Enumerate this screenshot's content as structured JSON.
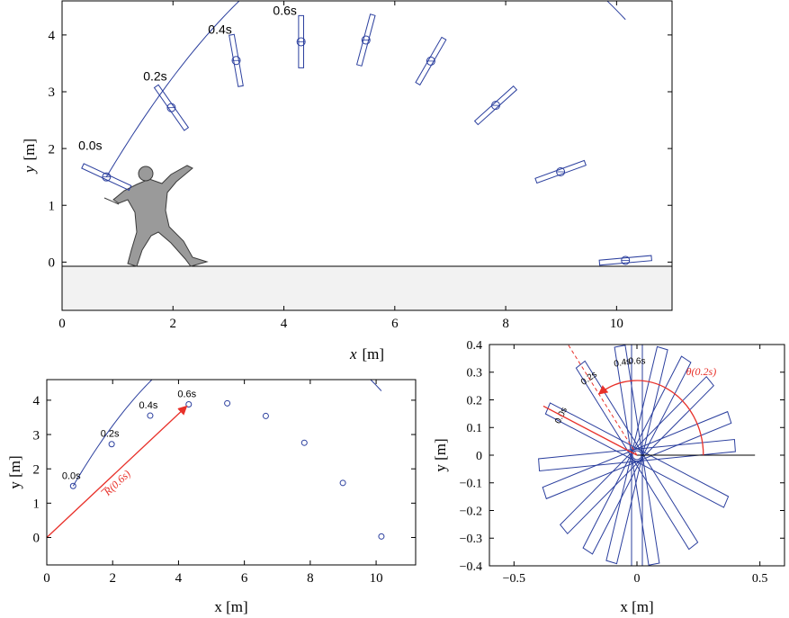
{
  "chart_data": [
    {
      "type": "line",
      "panel": "top",
      "xlabel_var": "x",
      "xlabel_unit": "[m]",
      "ylabel_var": "y",
      "ylabel_unit": "[m]",
      "xlim": [
        0,
        11
      ],
      "ylim": [
        -0.85,
        4.6
      ],
      "xticks": [
        0,
        2,
        4,
        6,
        8,
        10
      ],
      "yticks": [
        0,
        1,
        2,
        3,
        4
      ],
      "ground_level": 0,
      "series": [
        {
          "trajectory": {
            "x0": 0.8,
            "y0": 1.5,
            "vx": 5.85,
            "vy": 9.58,
            "g": 9.81,
            "t_end": 1.6
          }
        }
      ],
      "snapshots": [
        {
          "t": 0.0,
          "x": 0.8,
          "y": 1.5,
          "angle_deg": 155,
          "label": "0.0s"
        },
        {
          "t": 0.2,
          "x": 1.97,
          "y": 2.72,
          "angle_deg": 125,
          "label": "0.2s"
        },
        {
          "t": 0.4,
          "x": 3.14,
          "y": 3.55,
          "angle_deg": 100,
          "label": "0.4s"
        },
        {
          "t": 0.6,
          "x": 4.31,
          "y": 3.88,
          "angle_deg": 90,
          "label": "0.6s"
        },
        {
          "t": 0.8,
          "x": 5.48,
          "y": 3.91,
          "angle_deg": 75,
          "label": ""
        },
        {
          "t": 1.0,
          "x": 6.65,
          "y": 3.54,
          "angle_deg": 60,
          "label": ""
        },
        {
          "t": 1.2,
          "x": 7.82,
          "y": 2.76,
          "angle_deg": 42,
          "label": ""
        },
        {
          "t": 1.4,
          "x": 8.99,
          "y": 1.59,
          "angle_deg": 20,
          "label": ""
        },
        {
          "t": 1.6,
          "x": 10.16,
          "y": 0.03,
          "angle_deg": 5,
          "label": ""
        }
      ]
    },
    {
      "type": "line",
      "panel": "bottom-left",
      "xlabel": "x [m]",
      "ylabel": "y [m]",
      "xlim": [
        0,
        11.2
      ],
      "ylim": [
        -0.8,
        4.6
      ],
      "xticks": [
        0,
        2,
        4,
        6,
        8,
        10
      ],
      "yticks": [
        0,
        1,
        2,
        3,
        4
      ],
      "points": [
        {
          "x": 0.8,
          "y": 1.5,
          "label": "0.0s"
        },
        {
          "x": 1.97,
          "y": 2.72,
          "label": "0.2s"
        },
        {
          "x": 3.14,
          "y": 3.55,
          "label": "0.4s"
        },
        {
          "x": 4.31,
          "y": 3.88,
          "label": "0.6s"
        },
        {
          "x": 5.48,
          "y": 3.91,
          "label": ""
        },
        {
          "x": 6.65,
          "y": 3.54,
          "label": ""
        },
        {
          "x": 7.82,
          "y": 2.76,
          "label": ""
        },
        {
          "x": 8.99,
          "y": 1.59,
          "label": ""
        },
        {
          "x": 10.16,
          "y": 0.03,
          "label": ""
        }
      ],
      "vector": {
        "from": [
          0,
          0
        ],
        "to": [
          4.31,
          3.88
        ],
        "label": "R(0.6s)",
        "color": "#e8312a"
      }
    },
    {
      "type": "line",
      "panel": "bottom-right",
      "xlabel": "x [m]",
      "ylabel": "y [m]",
      "xlim": [
        -0.6,
        0.6
      ],
      "ylim": [
        -0.4,
        0.4
      ],
      "xticks": [
        -0.5,
        0,
        0.5
      ],
      "xtick_labels": [
        "−0.5",
        "0",
        "0.5"
      ],
      "yticks": [
        -0.4,
        -0.3,
        -0.2,
        -0.1,
        0,
        0.1,
        0.2,
        0.3,
        0.4
      ],
      "ytick_labels": [
        "−0.4",
        "−0.3",
        "−0.2",
        "−0.1",
        "0",
        "0.1",
        "0.2",
        "0.3",
        "0.4"
      ],
      "rod_angles_deg": [
        155,
        125,
        100,
        90,
        75,
        60,
        42,
        20,
        5
      ],
      "rod_labels": [
        "0.0s",
        "0.2s",
        "0.4s",
        "0.6s"
      ],
      "rod_half_length": 0.4,
      "rod_half_width": 0.022,
      "reference_angle_deg": 125,
      "theta_label": "θ(0.2s)",
      "accent_color": "#e8312a"
    }
  ],
  "colors": {
    "trajectory": "#2b3f9e",
    "accent": "#e8312a",
    "ground_fill": "#f2f2f2"
  }
}
